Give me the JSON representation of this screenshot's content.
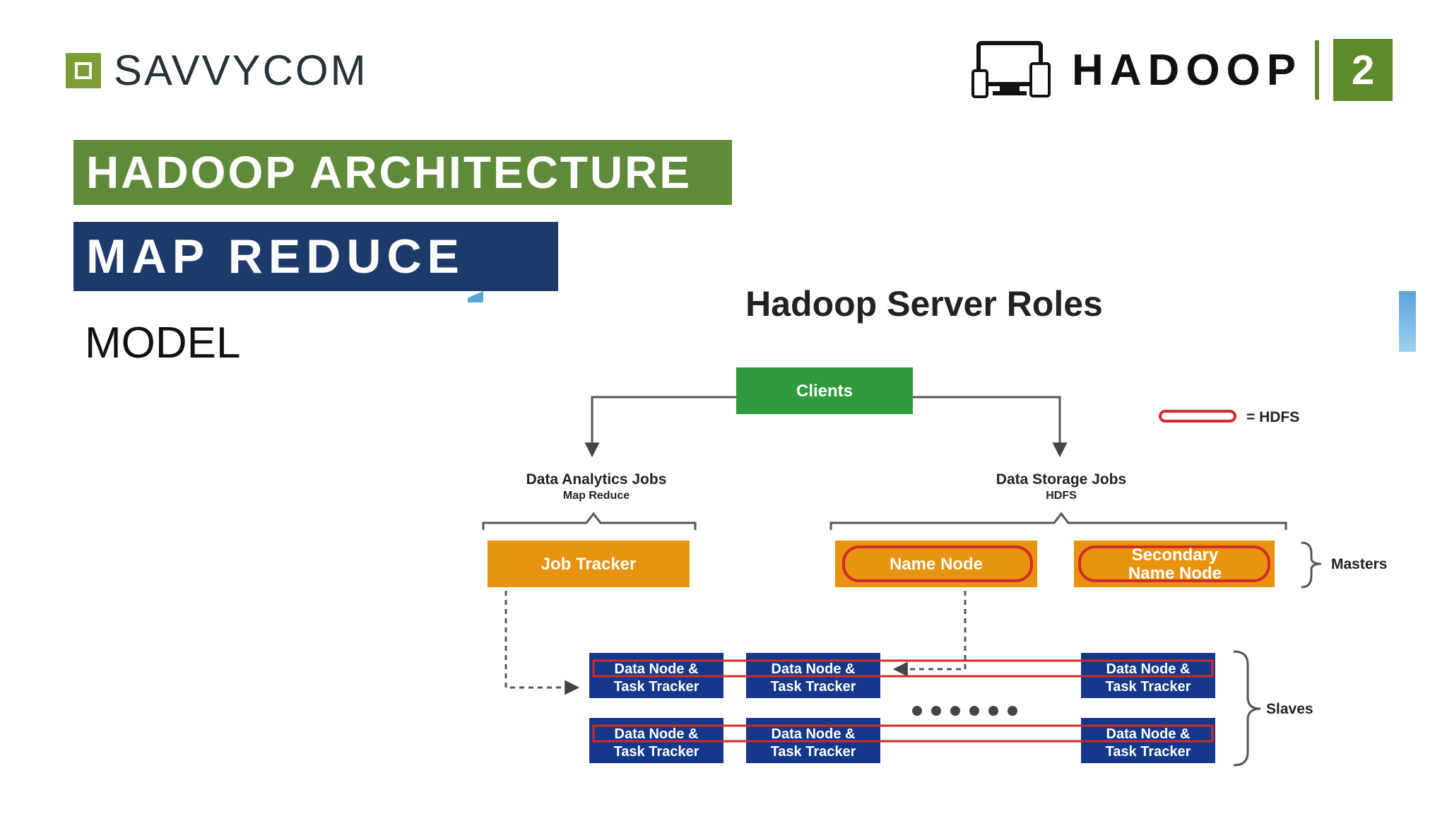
{
  "header": {
    "logo_text": "SAVVYCOM",
    "logo_icon": "savvycom-square-icon",
    "badge_icon": "devices-icon",
    "badge_title": "HADOOP",
    "badge_number": "2"
  },
  "slide": {
    "heading": "HADOOP ARCHITECTURE",
    "subheading_bar": "MAP REDUCE",
    "subheading": "MODEL"
  },
  "diagram": {
    "title": "Hadoop Server Roles",
    "clients": "Clients",
    "legend_label": "= HDFS",
    "left_group": {
      "title": "Data Analytics Jobs",
      "subtitle": "Map Reduce"
    },
    "right_group": {
      "title": "Data Storage Jobs",
      "subtitle": "HDFS"
    },
    "job_tracker": "Job Tracker",
    "name_node": "Name Node",
    "secondary_name_node_line1": "Secondary",
    "secondary_name_node_line2": "Name Node",
    "masters_label": "Masters",
    "slaves_label": "Slaves",
    "node_line1": "Data Node &",
    "node_line2": "Task Tracker",
    "colors": {
      "green": "#2e9a3b",
      "orange": "#e8930f",
      "navy": "#15388a",
      "hdfs_red": "#d42a2a"
    }
  }
}
